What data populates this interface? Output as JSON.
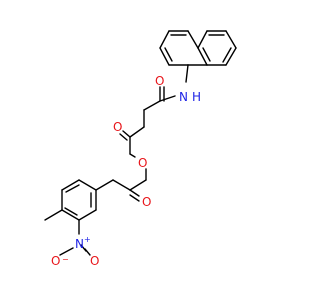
{
  "colors": {
    "bond": "#000000",
    "oxygen": "#e8161b",
    "nitrogen": "#1f24e6",
    "background": "#ffffff"
  },
  "labels": {
    "amide_nh": "H",
    "amide_n": "N",
    "amide_o": "O",
    "ester_carbonyl_o": "O",
    "ester_o": "O",
    "ketone_o": "O",
    "nitro_n": "N",
    "nitro_n_charge": "+",
    "nitro_o_single": "O",
    "nitro_o_charge": "−",
    "nitro_o_double": "O"
  }
}
